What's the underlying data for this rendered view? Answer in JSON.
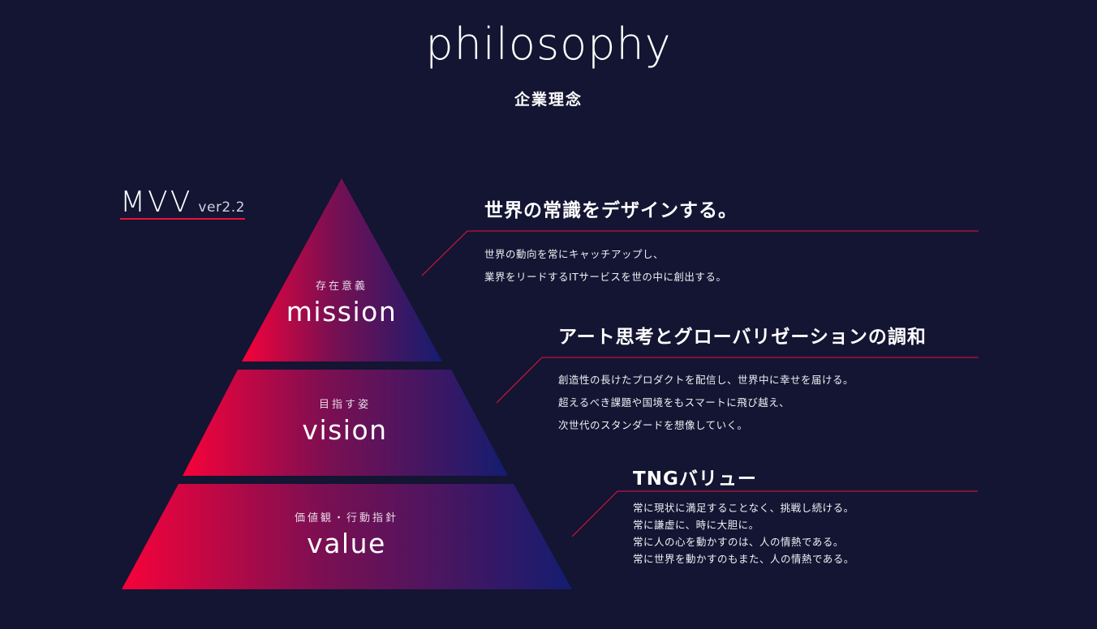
{
  "header": {
    "title": "philosophy",
    "subtitle": "企業理念"
  },
  "badge": {
    "main": "MVV",
    "version": "ver2.2"
  },
  "colors": {
    "background": "#131532",
    "accent_red": "#e8143f",
    "accent_navy": "#141d70"
  },
  "pyramid": {
    "tiers": [
      {
        "jp": "存在意義",
        "en": "mission"
      },
      {
        "jp": "目指す姿",
        "en": "vision"
      },
      {
        "jp": "価値観・行動指針",
        "en": "value"
      }
    ]
  },
  "sections": [
    {
      "heading": "世界の常識をデザインする。",
      "lines": [
        "世界の動向を常にキャッチアップし、",
        "業界をリードするITサービスを世の中に創出する。"
      ]
    },
    {
      "heading": "アート思考とグローバリゼーションの調和",
      "lines": [
        "創造性の長けたプロダクトを配信し、世界中に幸せを届ける。",
        "超えるべき課題や国境をもスマートに飛び越え、",
        "次世代のスタンダードを想像していく。"
      ]
    },
    {
      "heading": "TNGバリュー",
      "lines": [
        "常に現状に満足することなく、挑戦し続ける。",
        "常に謙虚に、時に大胆に。",
        "常に人の心を動かすのは、人の情熱である。",
        "常に世界を動かすのもまた、人の情熱である。"
      ]
    }
  ]
}
